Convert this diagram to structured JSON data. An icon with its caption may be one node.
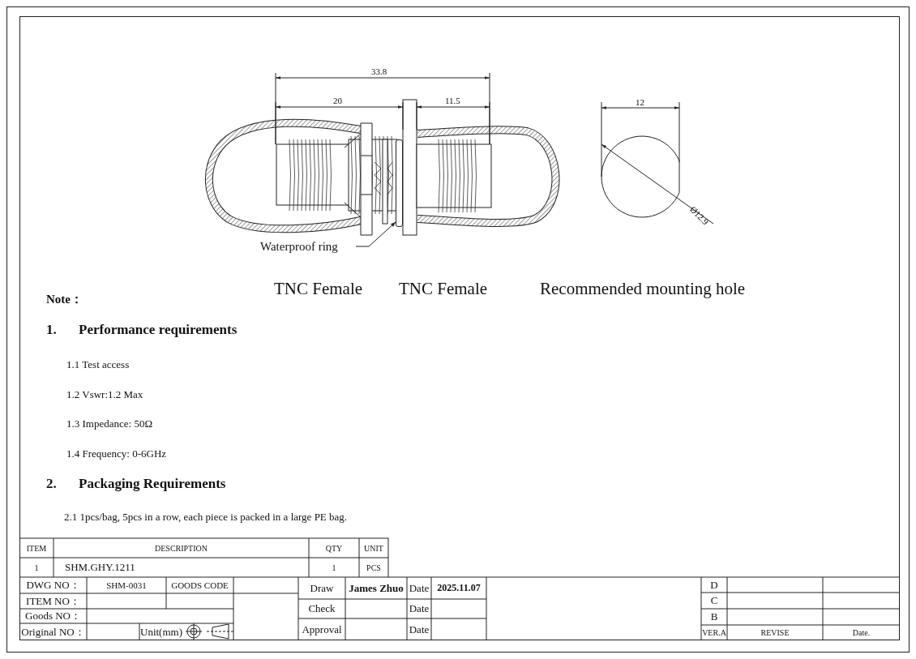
{
  "diagram": {
    "nodes": [
      {
        "text": [
          "Waterproof ring"
        ]
      },
      {
        "text": [],
        "shape": "box"
      }
    ],
    "edges": [
      {
        "from": 0,
        "to": 1,
        "arrow": "to"
      }
    ],
    "labels": [
      "33.8",
      "20",
      "11.5",
      "12",
      "Ø12.9",
      "TNC Female",
      "TNC Female",
      "Recommended mounting hole",
      "Note：",
      "1.",
      "Performance requirements",
      "1.1 Test access",
      "1.2 Vswr:1.2 Max",
      "1.3 Impedance: 50Ω",
      "1.4 Frequency: 0-6GHz",
      "2.",
      "Packaging Requirements",
      "2.1 1pcs/bag, 5pcs in a row, each piece is packed in a large PE bag.",
      "ITEM",
      "DESCRIPTION",
      "QTY",
      "UNIT",
      "1",
      "SHM.GHY.1211",
      "1",
      "PCS",
      "DWG NO：",
      "SHM-0031",
      "GOODS CODE",
      "Draw",
      "James Zhuo",
      "Date",
      "2025.11.07",
      "D",
      "ITEM NO：",
      "Check",
      "Date",
      "C",
      "Goods NO：",
      "B",
      "Original NO：",
      "Unit(mm)",
      "Approval",
      "Date",
      "VER.A",
      "REVISE",
      "Date."
    ]
  }
}
